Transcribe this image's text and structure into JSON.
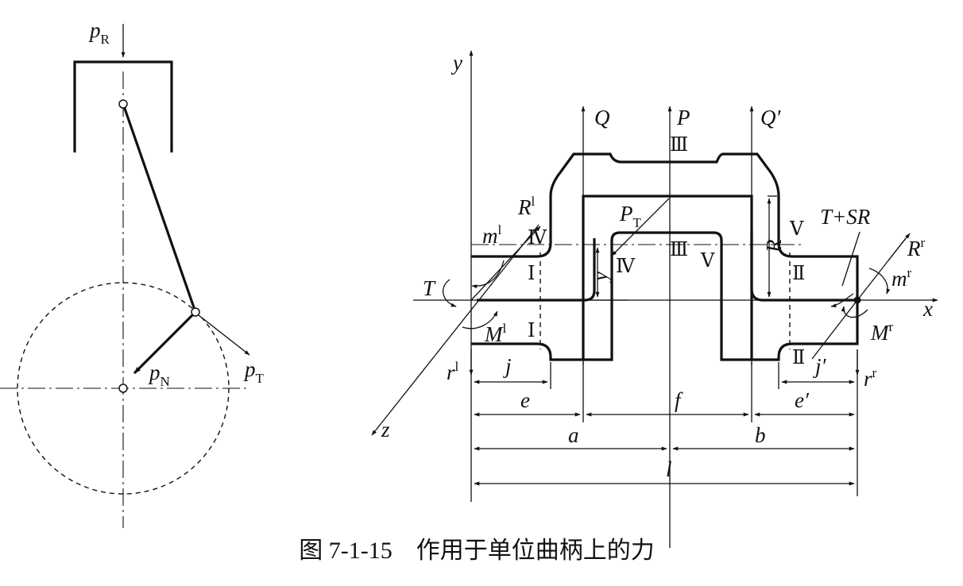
{
  "caption": "图 7-1-15　作用于单位曲柄上的力",
  "left_figure": {
    "forces": {
      "pR": {
        "sym": "p",
        "sub": "R"
      },
      "pN": {
        "sym": "p",
        "sub": "N"
      },
      "pT": {
        "sym": "p",
        "sub": "T"
      }
    }
  },
  "right_figure": {
    "axes": {
      "x": "x",
      "y": "y",
      "z": "z"
    },
    "forces": {
      "Q": "Q",
      "P": "P",
      "Q2": "Q′",
      "R1": {
        "sym": "R",
        "sup": "l"
      },
      "Rr": {
        "sym": "R",
        "sup": "r"
      },
      "PT": {
        "sym": "P",
        "sub": "T"
      },
      "TSR": "T+SR",
      "T": "T",
      "m1": {
        "sym": "m",
        "sup": "l"
      },
      "mr": {
        "sym": "m",
        "sup": "r"
      },
      "M1": {
        "sym": "M",
        "sup": "l"
      },
      "Mr": {
        "sym": "M",
        "sup": "r"
      },
      "r1": {
        "sym": "r",
        "sup": "l"
      },
      "rr": {
        "sym": "r",
        "sup": "r"
      }
    },
    "dims": {
      "R": "R",
      "y": "y",
      "j": "j",
      "j2": "j′",
      "e": "e",
      "f": "f",
      "e2": "e′",
      "a": "a",
      "b": "b",
      "l": "l"
    },
    "sections": {
      "s1": "Ⅰ",
      "s2": "Ⅱ",
      "s3": "Ⅲ",
      "s4": "Ⅳ",
      "s5": "Ⅴ"
    }
  }
}
